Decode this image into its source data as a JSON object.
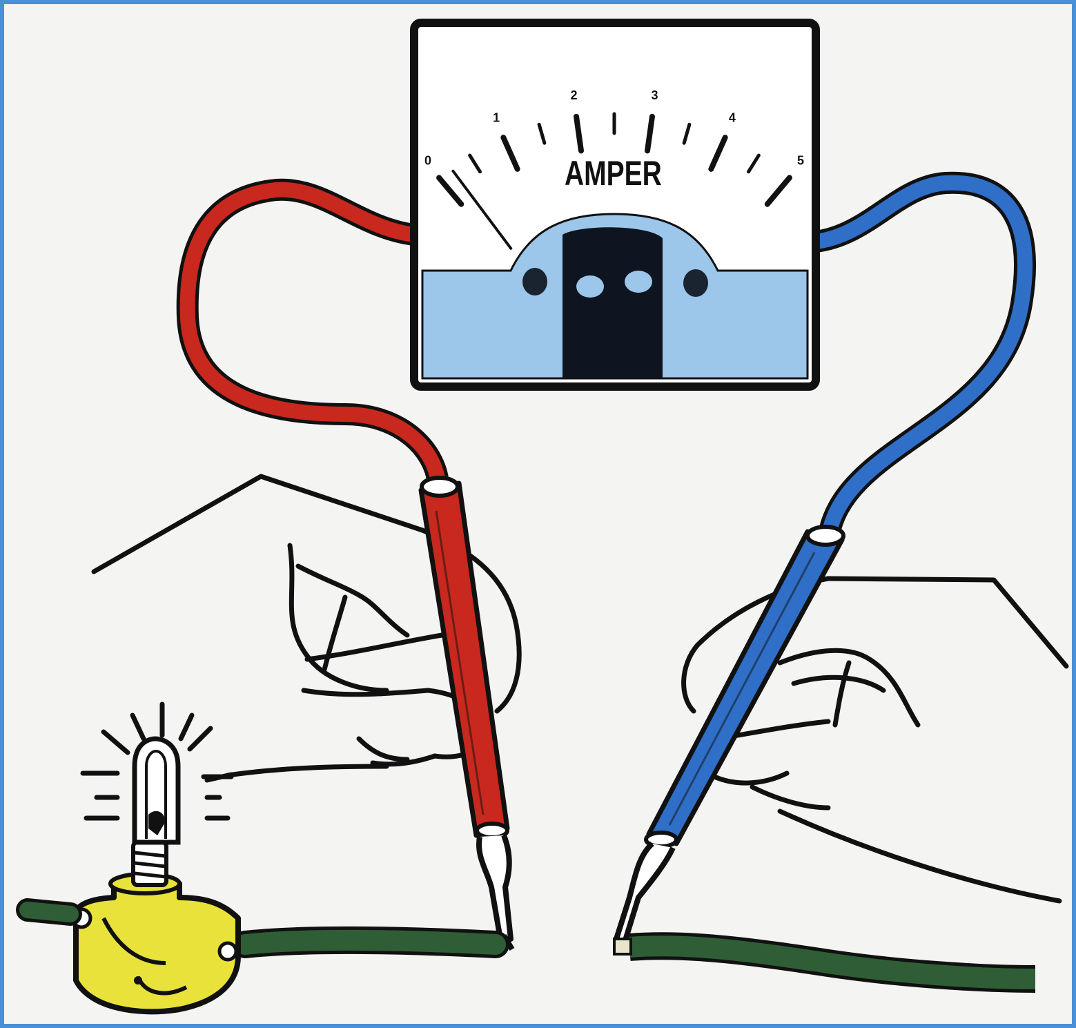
{
  "ammeter": {
    "unit_label": "AMPER",
    "scale": [
      "0",
      "1",
      "2",
      "3",
      "4",
      "5"
    ],
    "reading": 0.2
  },
  "colors": {
    "frame_border": "#4a90d9",
    "red_lead": "#c8281d",
    "blue_lead": "#2f6fc8",
    "green_wire": "#2f5e36",
    "bulb_socket": "#e8e23a",
    "meter_panel": "#9cc6ea",
    "ink": "#111111"
  },
  "icons": [
    "ammeter-icon",
    "bulb-icon",
    "hand-icon",
    "probe-icon"
  ]
}
